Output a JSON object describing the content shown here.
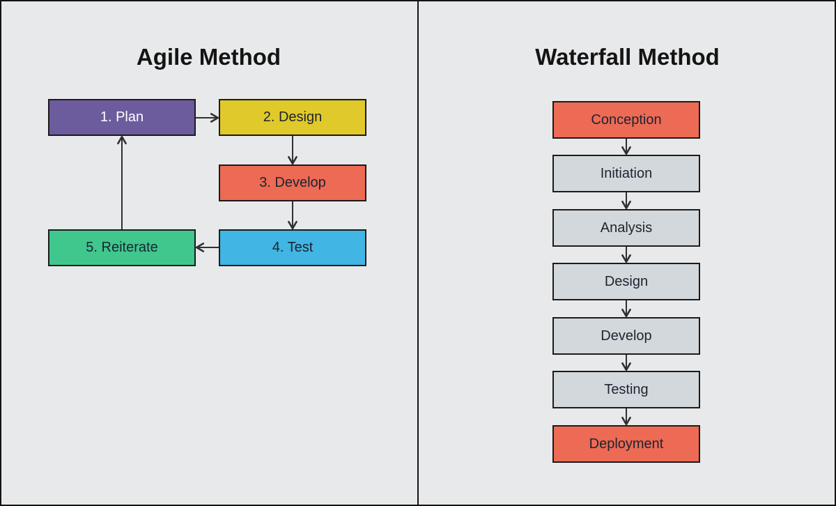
{
  "diagram": {
    "background": "#E8E9EA",
    "frame_color": "#141414",
    "node_border_color": "#1B1B1B",
    "arrow_color": "#303030"
  },
  "agile": {
    "title": "Agile Method",
    "steps": [
      {
        "label": "1. Plan",
        "fill": "#6C5C9E",
        "text": "#FFFFFF"
      },
      {
        "label": "2. Design",
        "fill": "#E0C92B",
        "text": "#1C2430"
      },
      {
        "label": "3. Develop",
        "fill": "#ED6A55",
        "text": "#1C2430"
      },
      {
        "label": "4. Test",
        "fill": "#41B5E3",
        "text": "#1C2430"
      },
      {
        "label": "5. Reiterate",
        "fill": "#3FC78E",
        "text": "#1C2430"
      }
    ],
    "flow": [
      {
        "from": "1. Plan",
        "to": "2. Design"
      },
      {
        "from": "2. Design",
        "to": "3. Develop"
      },
      {
        "from": "3. Develop",
        "to": "4. Test"
      },
      {
        "from": "4. Test",
        "to": "5. Reiterate"
      },
      {
        "from": "5. Reiterate",
        "to": "1. Plan"
      }
    ]
  },
  "waterfall": {
    "title": "Waterfall Method",
    "steps": [
      {
        "label": "Conception",
        "fill": "#ED6A55",
        "text": "#1C2430"
      },
      {
        "label": "Initiation",
        "fill": "#D3D8DC",
        "text": "#1C2430"
      },
      {
        "label": "Analysis",
        "fill": "#D3D8DC",
        "text": "#1C2430"
      },
      {
        "label": "Design",
        "fill": "#D3D8DC",
        "text": "#1C2430"
      },
      {
        "label": "Develop",
        "fill": "#D3D8DC",
        "text": "#1C2430"
      },
      {
        "label": "Testing",
        "fill": "#D3D8DC",
        "text": "#1C2430"
      },
      {
        "label": "Deployment",
        "fill": "#ED6A55",
        "text": "#1C2430"
      }
    ],
    "flow": [
      {
        "from": "Conception",
        "to": "Initiation"
      },
      {
        "from": "Initiation",
        "to": "Analysis"
      },
      {
        "from": "Analysis",
        "to": "Design"
      },
      {
        "from": "Design",
        "to": "Develop"
      },
      {
        "from": "Develop",
        "to": "Testing"
      },
      {
        "from": "Testing",
        "to": "Deployment"
      }
    ]
  }
}
